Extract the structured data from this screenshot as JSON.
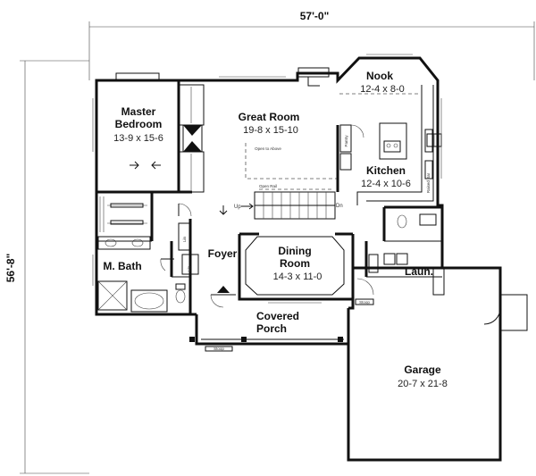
{
  "dimensions": {
    "width": "57'-0\"",
    "depth": "56'-8\""
  },
  "rooms": {
    "master_bedroom": {
      "name_line1": "Master",
      "name_line2": "Bedroom",
      "size": "13-9 x 15-6"
    },
    "great_room": {
      "name": "Great Room",
      "size": "19-8 x 15-10"
    },
    "nook": {
      "name": "Nook",
      "size": "12-4 x 8-0"
    },
    "kitchen": {
      "name": "Kitchen",
      "size": "12-4 x 10-6"
    },
    "dining_room": {
      "name_line1": "Dining",
      "name_line2": "Room",
      "size": "14-3 x 11-0"
    },
    "foyer": {
      "name": "Foyer"
    },
    "m_bath": {
      "name": "M. Bath"
    },
    "laundry": {
      "name": "Laun."
    },
    "covered_porch": {
      "name_line1": "Covered",
      "name_line2": "Porch"
    },
    "garage": {
      "name": "Garage",
      "size": "20-7 x 21-8"
    }
  },
  "small_labels": {
    "lin_bath": "Lin",
    "lin_foyer": "Lin",
    "up": "Up",
    "dn": "Dn",
    "open_to_above": "Open to Above",
    "pantry": "Pantry",
    "stoop": "Stoop",
    "raised_bar": "Raised Bar",
    "open_rail": "Open Rail"
  },
  "colors": {
    "ink": "#111111",
    "background": "#ffffff"
  }
}
